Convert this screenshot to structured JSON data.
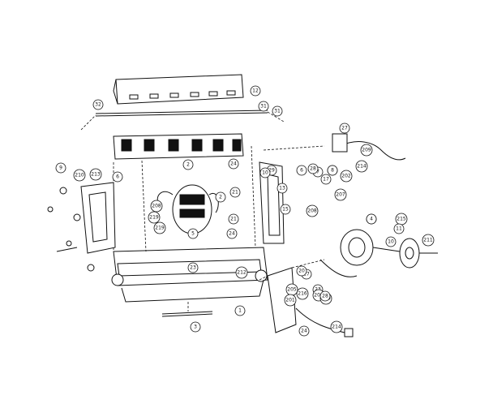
{
  "colors": {
    "ink": "#111111",
    "paper": "#ffffff"
  },
  "callouts": [
    {
      "label": "12"
    },
    {
      "label": "32"
    },
    {
      "label": "31"
    },
    {
      "label": "31"
    },
    {
      "label": "2"
    },
    {
      "label": "24"
    },
    {
      "label": "27"
    },
    {
      "label": "209"
    },
    {
      "label": "214"
    },
    {
      "label": "9"
    },
    {
      "label": "210"
    },
    {
      "label": "213"
    },
    {
      "label": "6"
    },
    {
      "label": "2"
    },
    {
      "label": "21"
    },
    {
      "label": "208"
    },
    {
      "label": "219"
    },
    {
      "label": "21"
    },
    {
      "label": "27"
    },
    {
      "label": "4"
    },
    {
      "label": "219"
    },
    {
      "label": "5"
    },
    {
      "label": "24"
    },
    {
      "label": "29"
    },
    {
      "label": "10"
    },
    {
      "label": "6"
    },
    {
      "label": "7"
    },
    {
      "label": "8"
    },
    {
      "label": "202"
    },
    {
      "label": "13"
    },
    {
      "label": "207"
    },
    {
      "label": "15"
    },
    {
      "label": "208"
    },
    {
      "label": "4"
    },
    {
      "label": "215"
    },
    {
      "label": "11"
    },
    {
      "label": "10"
    },
    {
      "label": "23"
    },
    {
      "label": "212"
    },
    {
      "label": "27"
    },
    {
      "label": "205"
    },
    {
      "label": "23"
    },
    {
      "label": "1"
    },
    {
      "label": "3"
    },
    {
      "label": "201"
    },
    {
      "label": "216"
    },
    {
      "label": "203"
    },
    {
      "label": "210"
    },
    {
      "label": "214"
    },
    {
      "label": "24"
    },
    {
      "label": "28"
    },
    {
      "label": "17"
    },
    {
      "label": "28"
    },
    {
      "label": "20"
    },
    {
      "label": "211"
    }
  ]
}
